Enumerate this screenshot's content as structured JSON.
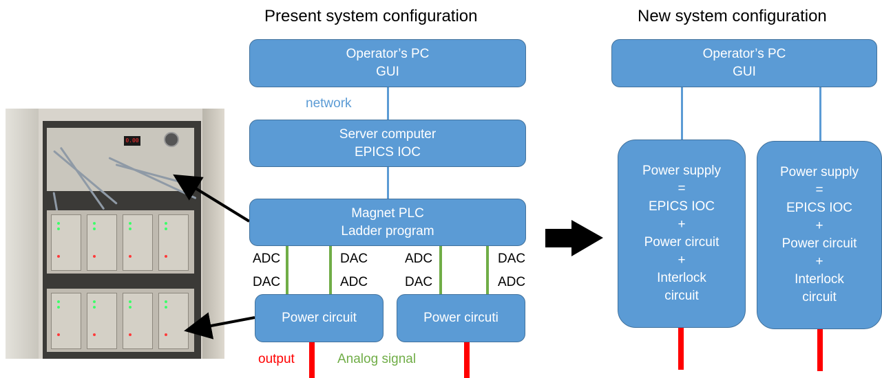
{
  "headings": {
    "present": "Present system configuration",
    "new": "New system configuration"
  },
  "present": {
    "operator_pc": {
      "line1": "Operator’s PC",
      "line2": "GUI"
    },
    "network_label": "network",
    "server": {
      "line1": "Server computer",
      "line2": "EPICS IOC"
    },
    "magnet_plc": {
      "line1": "Magnet PLC",
      "line2": "Ladder program"
    },
    "adc_dac_labels": {
      "row1": [
        "ADC",
        "DAC",
        "ADC",
        "DAC"
      ],
      "row2": [
        "DAC",
        "ADC",
        "DAC",
        "ADC"
      ]
    },
    "power_circuit_1": "Power circuit",
    "power_circuit_2": "Power circuti",
    "output_label": "output",
    "analog_label": "Analog signal"
  },
  "new": {
    "operator_pc": {
      "line1": "Operator’s PC",
      "line2": "GUI"
    },
    "supply_box": {
      "lines": [
        "Power supply",
        "=",
        "EPICS IOC",
        "+",
        "Power circuit",
        "+",
        "Interlock",
        "circuit"
      ]
    }
  },
  "colors": {
    "box_fill": "#5b9bd5",
    "box_border": "#41719c",
    "network_line": "#5b9bd5",
    "analog_line": "#70ad47",
    "output_line": "#ff0000",
    "arrow": "#000000"
  },
  "photo_display": "0.00"
}
